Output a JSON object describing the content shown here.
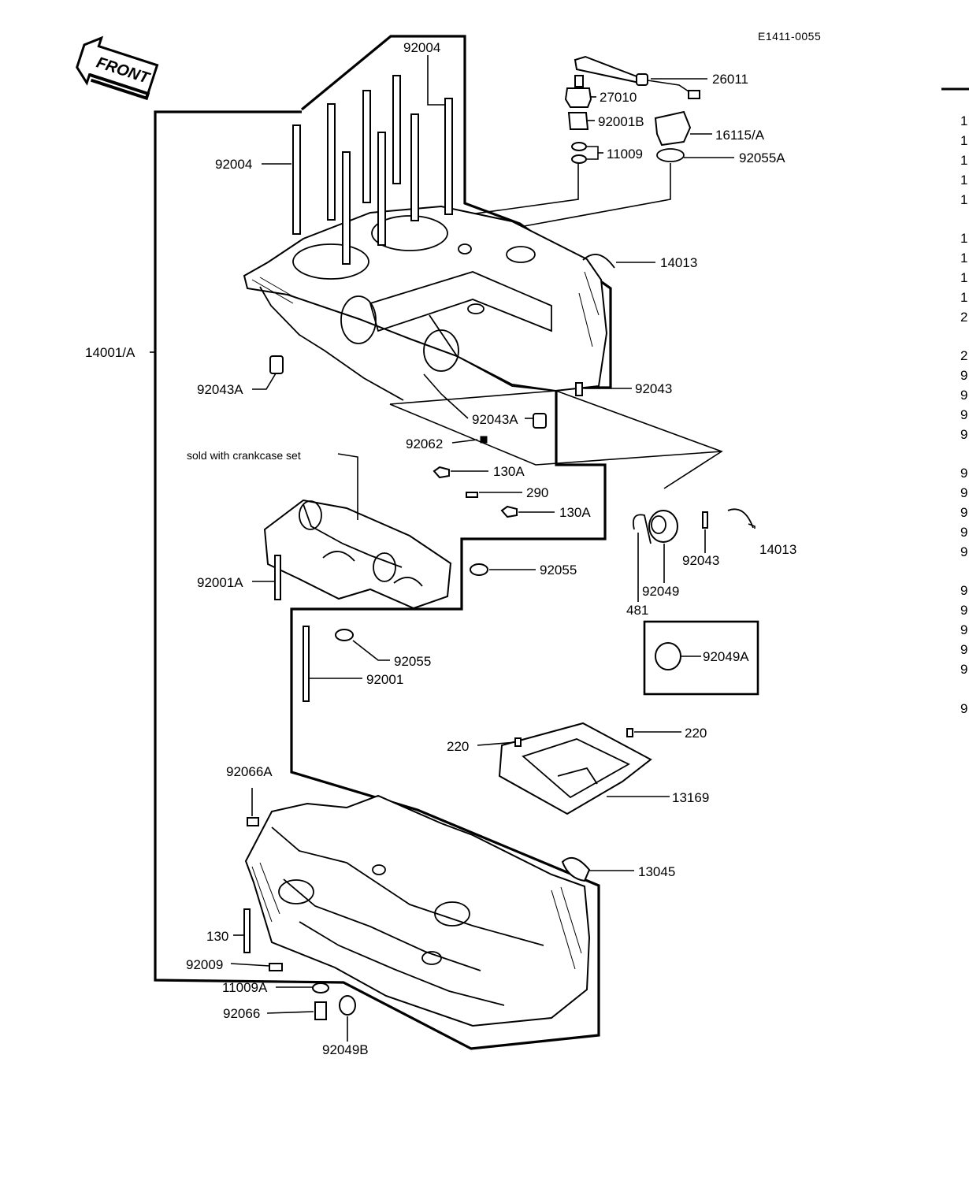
{
  "diagram": {
    "code": "E1411-0055",
    "front_label": "FRONT",
    "note": "sold with crankcase set",
    "margin_digits": [
      "1",
      "1",
      "1",
      "1",
      "1",
      "1",
      "1",
      "1",
      "1",
      "2",
      "2",
      "9",
      "9",
      "9",
      "9",
      "9",
      "9",
      "9",
      "9",
      "9",
      "9",
      "9",
      "9",
      "9",
      "9",
      "9"
    ],
    "parts": [
      {
        "id": "92004_top",
        "label": "92004"
      },
      {
        "id": "92004_left",
        "label": "92004"
      },
      {
        "id": "26011",
        "label": "26011"
      },
      {
        "id": "27010",
        "label": "27010"
      },
      {
        "id": "92001B",
        "label": "92001B"
      },
      {
        "id": "16115A",
        "label": "16115/A"
      },
      {
        "id": "11009",
        "label": "11009"
      },
      {
        "id": "92055A",
        "label": "92055A"
      },
      {
        "id": "14013_top",
        "label": "14013"
      },
      {
        "id": "92043A_left",
        "label": "92043A"
      },
      {
        "id": "92043_right",
        "label": "92043"
      },
      {
        "id": "92043A_mid",
        "label": "92043A"
      },
      {
        "id": "92062",
        "label": "92062"
      },
      {
        "id": "130A_1",
        "label": "130A"
      },
      {
        "id": "290",
        "label": "290"
      },
      {
        "id": "130A_2",
        "label": "130A"
      },
      {
        "id": "14001A",
        "label": "14001/A"
      },
      {
        "id": "92001A",
        "label": "92001A"
      },
      {
        "id": "92055_1",
        "label": "92055"
      },
      {
        "id": "92043_mid",
        "label": "92043"
      },
      {
        "id": "14013_mid",
        "label": "14013"
      },
      {
        "id": "481",
        "label": "481"
      },
      {
        "id": "92049",
        "label": "92049"
      },
      {
        "id": "92055_2",
        "label": "92055"
      },
      {
        "id": "92001",
        "label": "92001"
      },
      {
        "id": "92049A",
        "label": "92049A"
      },
      {
        "id": "220_left",
        "label": "220"
      },
      {
        "id": "220_right",
        "label": "220"
      },
      {
        "id": "13169",
        "label": "13169"
      },
      {
        "id": "92066A",
        "label": "92066A"
      },
      {
        "id": "13045",
        "label": "13045"
      },
      {
        "id": "130",
        "label": "130"
      },
      {
        "id": "92009",
        "label": "92009"
      },
      {
        "id": "11009A",
        "label": "11009A"
      },
      {
        "id": "92066",
        "label": "92066"
      },
      {
        "id": "92049B",
        "label": "92049B"
      }
    ]
  }
}
